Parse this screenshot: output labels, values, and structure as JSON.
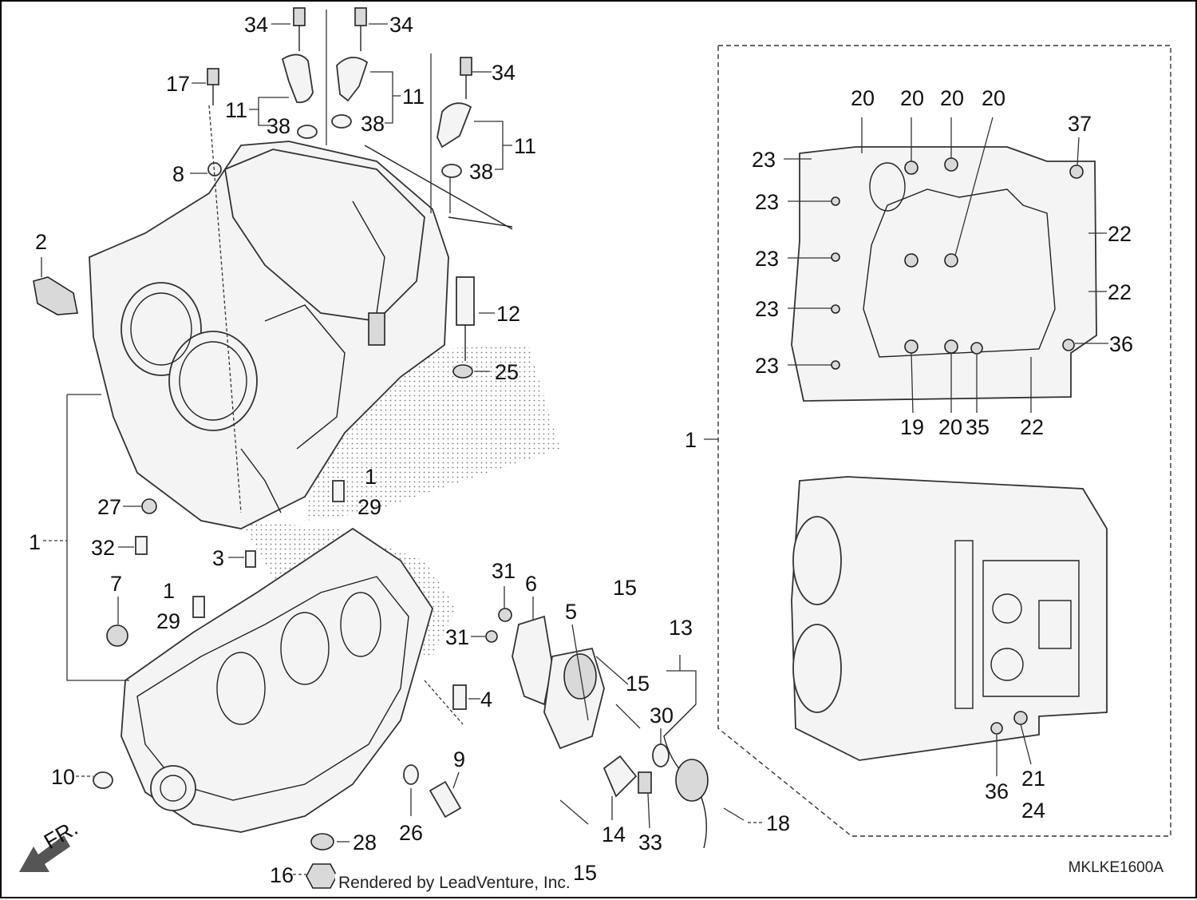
{
  "diagram": {
    "credit": "Rendered by LeadVenture, Inc.",
    "code": "MKLKE1600A",
    "front_marker": "FR."
  },
  "callouts": [
    "34",
    "34",
    "34",
    "17",
    "11",
    "38",
    "11",
    "38",
    "11",
    "38",
    "8",
    "2",
    "12",
    "25",
    "1",
    "29",
    "27",
    "32",
    "1",
    "3",
    "7",
    "1",
    "29",
    "31",
    "31",
    "6",
    "5",
    "15",
    "15",
    "13",
    "30",
    "4",
    "10",
    "9",
    "26",
    "28",
    "16",
    "14",
    "15",
    "33",
    "18",
    "20",
    "20",
    "20",
    "20",
    "37",
    "23",
    "23",
    "23",
    "23",
    "23",
    "22",
    "22",
    "36",
    "19",
    "20",
    "35",
    "22",
    "1",
    "36",
    "21",
    "24"
  ]
}
